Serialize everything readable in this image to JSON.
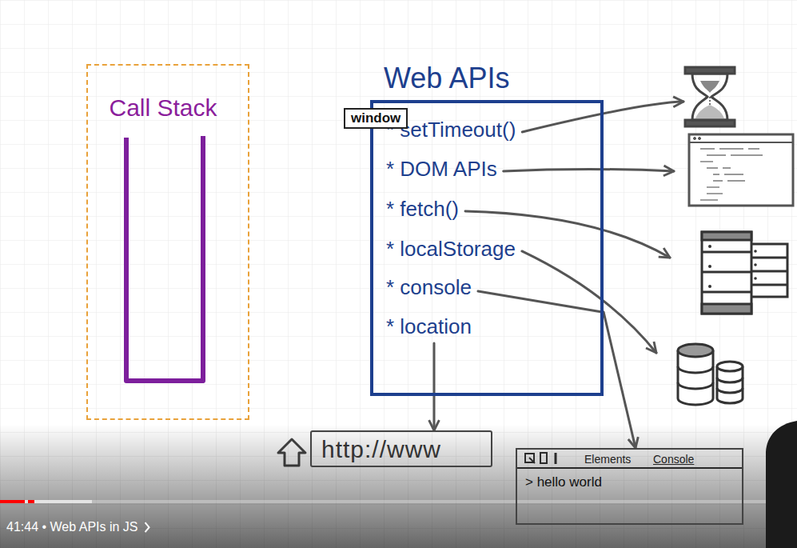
{
  "diagram": {
    "nodes": [
      {
        "text": [
          "Call Stack"
        ]
      },
      {
        "text": [
          "Web APIs",
          "* setTimeout()",
          "* DOM APIs",
          "* fetch()",
          "* localStorage",
          "* console",
          "* location"
        ]
      },
      {
        "text": [
          "window"
        ],
        "in": 1
      },
      {
        "text": [
          "http://www"
        ]
      },
      {
        "text": [
          "Elements",
          "Console",
          "> hello world"
        ]
      }
    ],
    "edges": [
      {
        "from": 1,
        "to": 4,
        "arrow": "to"
      },
      {
        "from": 1,
        "to": 3,
        "arrow": "to"
      }
    ],
    "labels": [
      "41:44 • Web APIs in JS"
    ]
  }
}
